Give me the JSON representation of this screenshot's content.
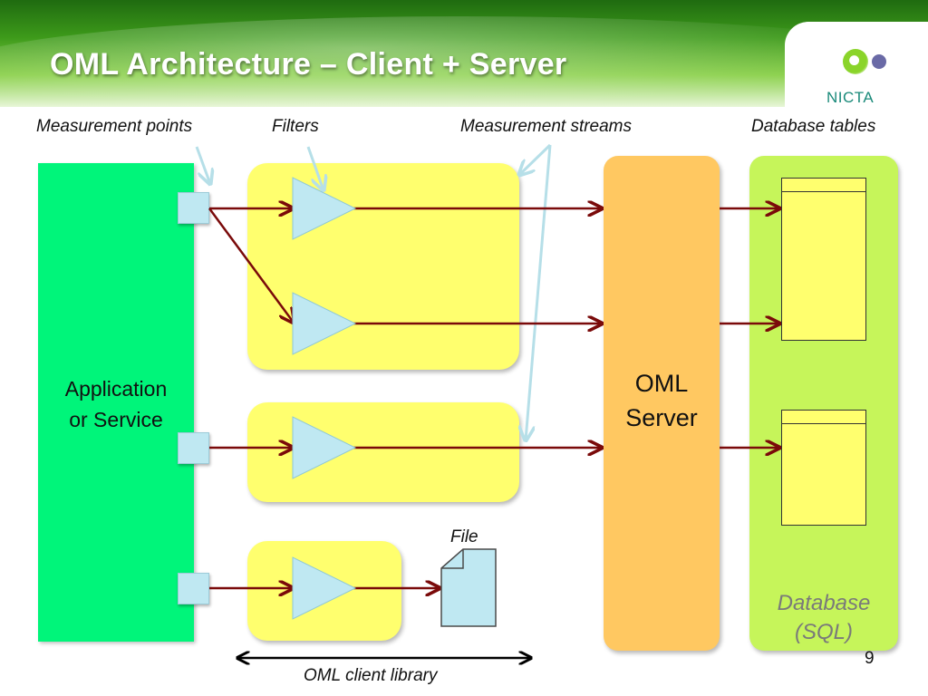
{
  "slide": {
    "title": "OML Architecture – Client + Server",
    "page_number": "9"
  },
  "logo": {
    "text": "NICTA"
  },
  "labels": {
    "measurement_points": "Measurement points",
    "filters": "Filters",
    "measurement_streams": "Measurement streams",
    "database_tables": "Database tables",
    "file": "File",
    "client_library": "OML client library"
  },
  "blocks": {
    "application_line1": "Application",
    "application_line2": "or Service",
    "server_line1": "OML",
    "server_line2": "Server",
    "database_line1": "Database",
    "database_line2": "(SQL)"
  },
  "colors": {
    "application": "#00f57a",
    "filter_group": "#ffff6e",
    "server": "#ffc861",
    "database": "#c6f55a",
    "filter": "#bfe8f2",
    "stream_arrow": "#7a0a0a",
    "callout": "#b6dfe8"
  }
}
